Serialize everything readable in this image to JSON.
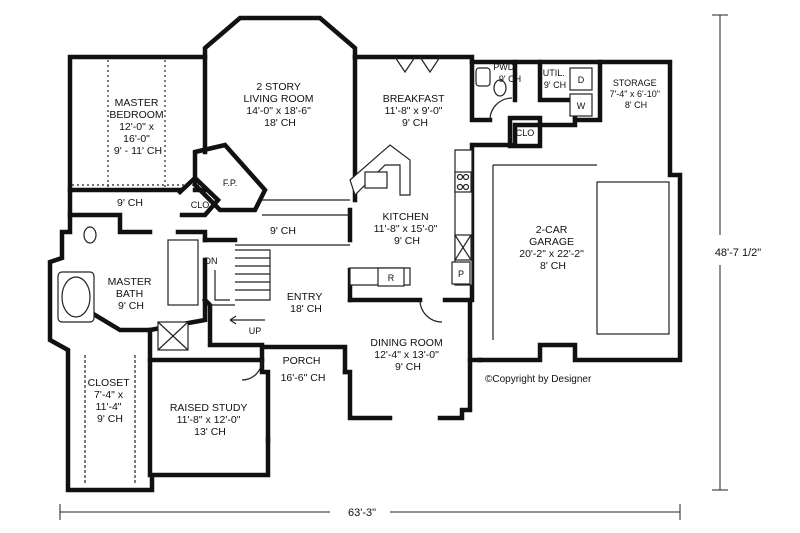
{
  "rooms": {
    "master_bedroom": [
      "MASTER",
      "BEDROOM",
      "12'-0\" x",
      "16'-0\"",
      "9' - 11' CH"
    ],
    "living_room": [
      "2 STORY",
      "LIVING ROOM",
      "14'-0\" x 18'-6\"",
      "18' CH"
    ],
    "breakfast": [
      "BREAKFAST",
      "11'-8\" x 9'-0\"",
      "9' CH"
    ],
    "pwd": [
      "PWD",
      "9' CH"
    ],
    "util": [
      "UTIL.",
      "9' CH"
    ],
    "storage": [
      "STORAGE",
      "7'-4\" x 6'-10\"",
      "8' CH"
    ],
    "kitchen": [
      "KITCHEN",
      "11'-8\" x 15'-0\"",
      "9' CH"
    ],
    "garage": [
      "2-CAR",
      "GARAGE",
      "20'-2\" x 22'-2\"",
      "8' CH"
    ],
    "master_bath": [
      "MASTER",
      "BATH",
      "9' CH"
    ],
    "entry": [
      "ENTRY",
      "18' CH"
    ],
    "dining_room": [
      "DINING ROOM",
      "12'-4\" x 13'-0\"",
      "9' CH"
    ],
    "closet": [
      "CLOSET",
      "7'-4\" x",
      "11'-4\"",
      "9' CH"
    ],
    "raised_study": [
      "RAISED STUDY",
      "11'-8\" x 12'-0\"",
      "13' CH"
    ],
    "porch": [
      "PORCH",
      "16'-6\" CH"
    ]
  },
  "small_labels": {
    "hall_ch_left": "9' CH",
    "hall_ch_center": "9' CH",
    "fireplace": "F.P.",
    "clo_living": "CLO",
    "clo_utility": "CLO",
    "dryer": "D",
    "washer": "W",
    "fridge": "R",
    "pantry": "P",
    "stair_down": "DN",
    "stair_up": "UP"
  },
  "dimensions": {
    "width": "63'-3\"",
    "depth": "48'-7 1/2\""
  },
  "copyright": "©Copyright by Designer"
}
